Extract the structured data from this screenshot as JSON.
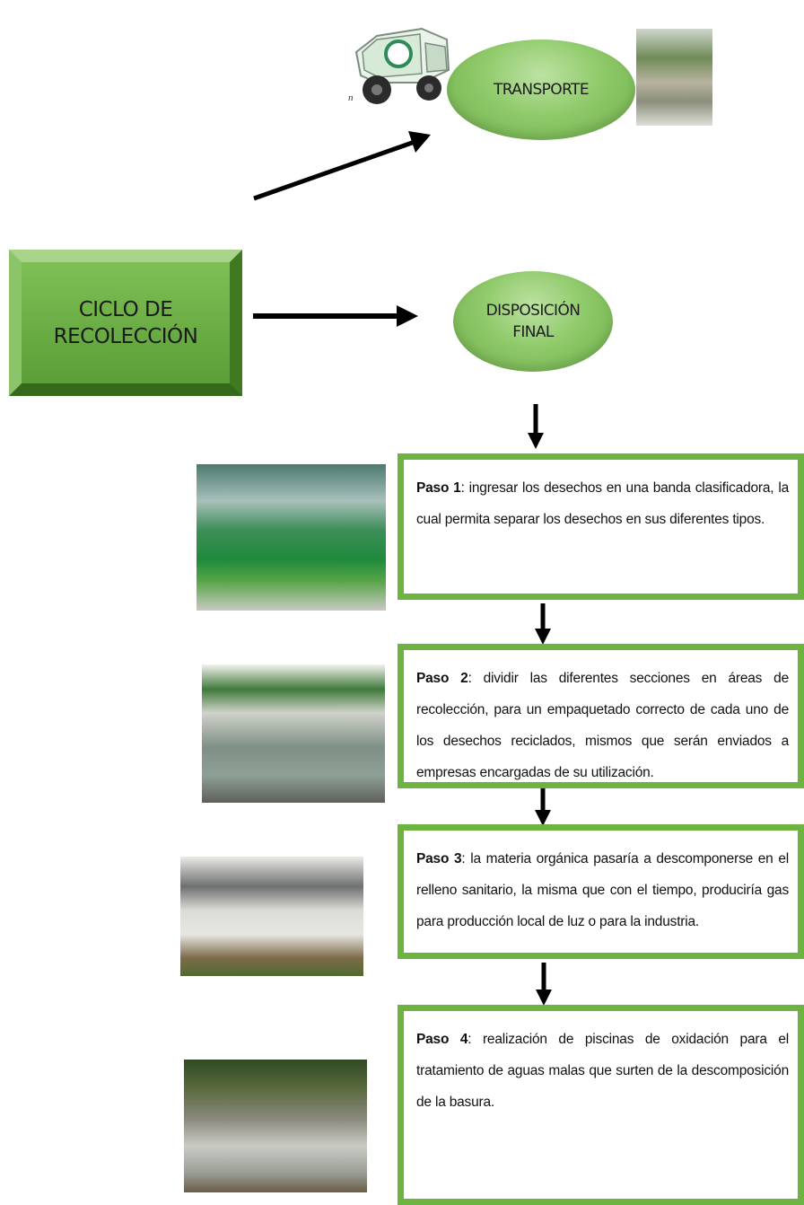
{
  "main_box": {
    "label": "CICLO DE\nRECOLECCIÓN"
  },
  "transporte": {
    "label": "TRANSPORTE"
  },
  "disposicion": {
    "label": "DISPOSICIÓN\nFINAL"
  },
  "truck": {
    "caption": "n"
  },
  "steps": [
    {
      "heading": "Paso 1",
      "sep": ":",
      "text": " ingresar los desechos en una banda clasificadora, la cual permita separar los desechos en sus diferentes tipos."
    },
    {
      "heading": "Paso 2",
      "sep": ":",
      "text": " dividir las diferentes secciones en áreas de recolección, para un empaquetado correcto de cada uno de los desechos reciclados, mismos que serán enviados a empresas encargadas de su utilización."
    },
    {
      "heading": "Paso 3",
      "sep": ":",
      "text": " la materia orgánica pasaría a descomponerse en el relleno sanitario, la misma que con el tiempo, produciría gas para producción local de luz o para la industria."
    },
    {
      "heading": "Paso 4",
      "sep": ":",
      "text": " realización de piscinas de oxidación para el tratamiento de aguas malas que surten de la descomposición de la basura."
    }
  ],
  "colors": {
    "green": "#6db33f",
    "box_green": "#5ea33a",
    "ellipse_green": "#8fca6a",
    "arrow": "#000000"
  }
}
